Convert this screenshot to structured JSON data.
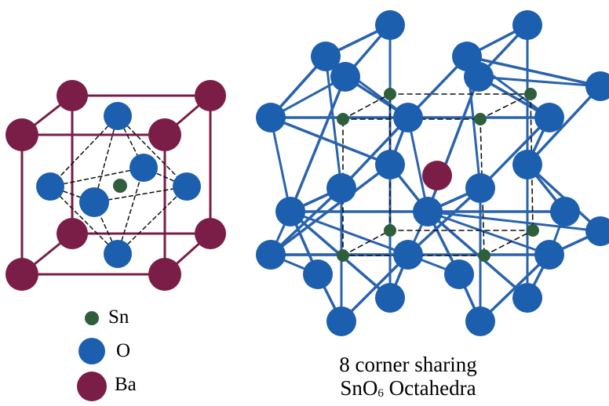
{
  "colors": {
    "ba": "#7a1e48",
    "o": "#1c5fae",
    "sn": "#2f5e3c",
    "bond": "#2a63ad",
    "cell_edge": "#7a1e48",
    "dashed": "#111111"
  },
  "icons": {
    "sn": "small-green-sphere",
    "o": "blue-sphere",
    "ba": "maroon-sphere"
  },
  "legend": {
    "sn": "Sn",
    "o": "O",
    "ba": "Ba"
  },
  "caption": {
    "line1": "8 corner sharing",
    "line2_prefix": "SnO",
    "line2_sub": "6",
    "line2_suffix": " Octahedra"
  }
}
